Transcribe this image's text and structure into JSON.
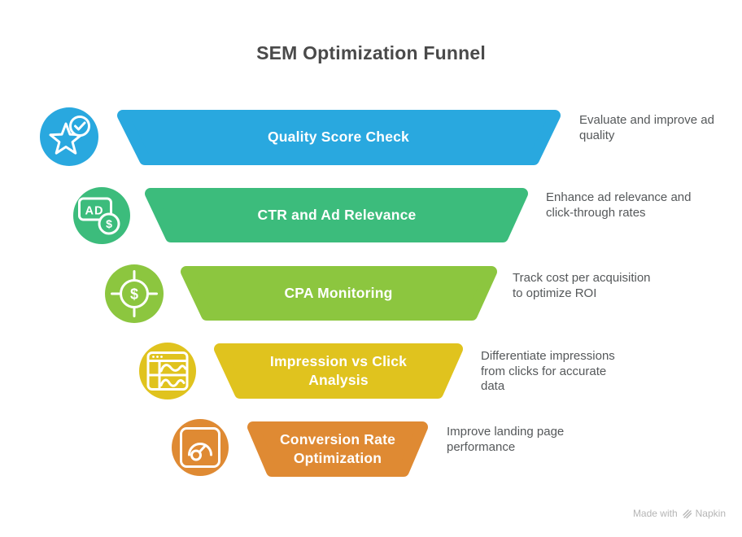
{
  "title": "SEM Optimization Funnel",
  "funnel": {
    "stages": [
      {
        "label": "Quality Score Check",
        "description": "Evaluate and improve ad quality",
        "color": "#29A8DF",
        "icon": "star-check"
      },
      {
        "label": "CTR and Ad Relevance",
        "description": "Enhance ad relevance and click-through rates",
        "color": "#3CBC7C",
        "icon": "ad-dollar",
        "icon_text_ad": "AD",
        "icon_text_dollar": "$"
      },
      {
        "label": "CPA Monitoring",
        "description": "Track cost per acquisition to optimize ROI",
        "color": "#8CC63F",
        "icon": "dollar-target",
        "icon_text_dollar": "$"
      },
      {
        "label": "Impression vs Click Analysis",
        "description": "Differentiate impressions from clicks for accurate data",
        "color": "#E0C31E",
        "icon": "chart-window"
      },
      {
        "label": "Conversion Rate Optimization",
        "description": "Improve landing page performance",
        "color": "#DF8A33",
        "icon": "gauge"
      }
    ]
  },
  "watermark": {
    "prefix": "Made with",
    "brand": "Napkin"
  }
}
